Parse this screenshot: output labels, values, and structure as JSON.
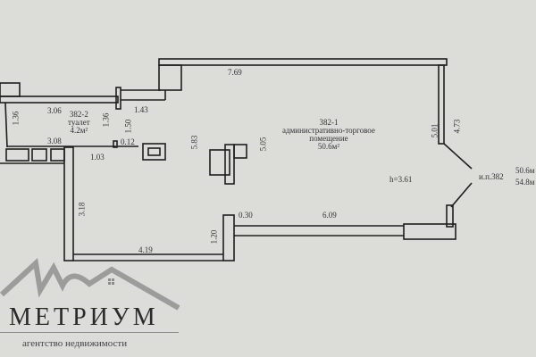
{
  "plan": {
    "rooms": [
      {
        "number": "382-1",
        "name_line1": "административно-торговое",
        "name_line2": "помещение",
        "area": "50.6м²"
      },
      {
        "number": "382-2",
        "name": "туалет",
        "area": "4.2м²"
      }
    ],
    "height": "h=3.61",
    "unit_label": "и.п.382",
    "side_areas": [
      "50.6м",
      "54.8м"
    ],
    "dimensions": {
      "top": "7.69",
      "right_inner": "5.01",
      "right_outer": "4.73",
      "bottom_right": "6.09",
      "pillar_w": "0.30",
      "pillar_h": "1.20",
      "bottom_left": "4.19",
      "left_lower": "3.18",
      "mid_left": "5.83",
      "mid_right": "5.05",
      "corridor": "1.43",
      "toilet_top": "3.06",
      "toilet_bottom": "3.08",
      "toilet_left": "1.36",
      "toilet_right": "1.36",
      "door_h": "1.50",
      "step": "0.12",
      "short": "1.03"
    },
    "colors": {
      "background": "#dcdcd8",
      "walls": "#1e1e1e"
    }
  },
  "watermark": {
    "brand": "МЕТРИУМ",
    "tagline": "агентство недвижимости"
  }
}
